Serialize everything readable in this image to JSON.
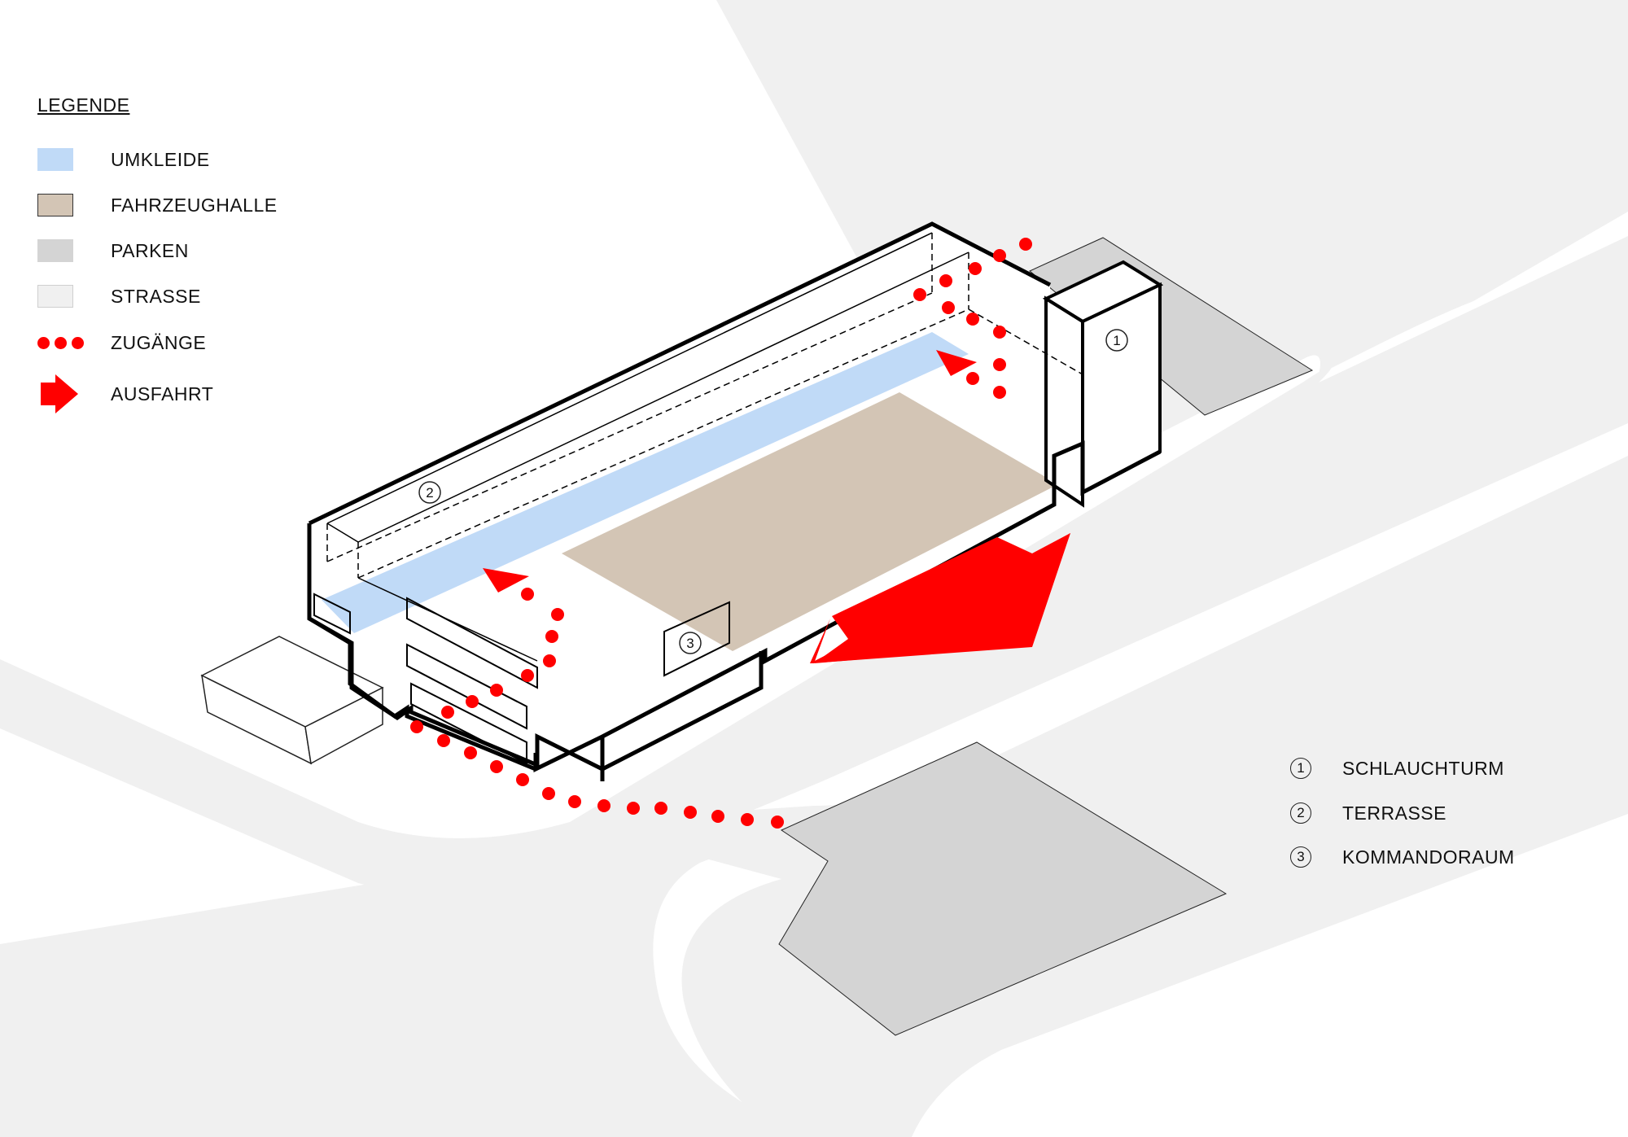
{
  "legend": {
    "title": "LEGENDE",
    "items": [
      {
        "label": "UMKLEIDE",
        "color": "#c0daf7",
        "kind": "swatch"
      },
      {
        "label": "FAHRZEUGHALLE",
        "color": "#d3c5b5",
        "kind": "swatch"
      },
      {
        "label": "PARKEN",
        "color": "#d4d4d4",
        "kind": "swatch"
      },
      {
        "label": "STRASSE",
        "color": "#f0f0f0",
        "kind": "swatch"
      },
      {
        "label": "ZUGÄNGE",
        "color": "#ff0000",
        "kind": "dots"
      },
      {
        "label": "AUSFAHRT",
        "color": "#ff0000",
        "kind": "arrow"
      }
    ]
  },
  "key": [
    {
      "number": "1",
      "label": "SCHLAUCHTURM"
    },
    {
      "number": "2",
      "label": "TERRASSE"
    },
    {
      "number": "3",
      "label": "KOMMANDORAUM"
    }
  ],
  "colors": {
    "umkleide": "#c0daf7",
    "fahrzeughalle": "#d3c5b5",
    "parken": "#d4d4d4",
    "strasse": "#f0f0f0",
    "accent": "#ff0000",
    "outline": "#000000"
  }
}
